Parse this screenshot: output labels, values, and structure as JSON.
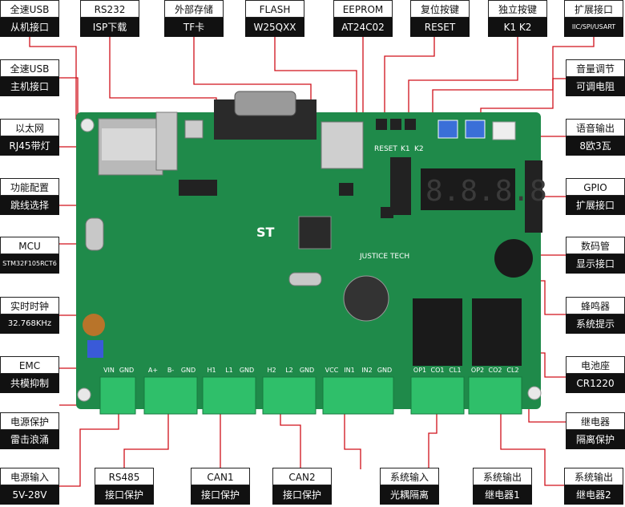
{
  "colors": {
    "pcb": "#1f8a4a",
    "pcb_dark": "#146b37",
    "terminal": "#2fbf6a",
    "line": "#d0101a",
    "label_fill": "#111111",
    "label_border": "#222222"
  },
  "board": {
    "silk_brand": "JUSTICE TECH",
    "chip_logo": "ST",
    "display_digits": "8.8.8.8",
    "silk_reset": "RESET",
    "silk_k1": "K1",
    "silk_k2": "K2"
  },
  "terminals": {
    "power": [
      "VIN",
      "GND"
    ],
    "rs485": [
      "A+",
      "B-",
      "GND"
    ],
    "can1": [
      "H1",
      "L1",
      "GND"
    ],
    "can2": [
      "H2",
      "L2",
      "GND"
    ],
    "input": [
      "VCC",
      "IN1",
      "IN2",
      "GND"
    ],
    "relay1": [
      "OP1",
      "CO1",
      "CL1"
    ],
    "relay2": [
      "OP2",
      "CO2",
      "CL2"
    ]
  },
  "labels": {
    "usb_slave": {
      "top": "全速USB",
      "bottom": "从机接口"
    },
    "rs232": {
      "top": "RS232",
      "bottom": "ISP下载"
    },
    "tf": {
      "top": "外部存储",
      "bottom": "TF卡"
    },
    "flash": {
      "top": "FLASH",
      "bottom": "W25QXX"
    },
    "eeprom": {
      "top": "EEPROM",
      "bottom": "AT24C02"
    },
    "reset": {
      "top": "复位按键",
      "bottom": "RESET"
    },
    "keys": {
      "top": "独立按键",
      "bottom": "K1 K2"
    },
    "ext": {
      "top": "扩展接口",
      "bottom": "IIC/SPI/USART"
    },
    "usb_host": {
      "top": "全速USB",
      "bottom": "主机接口"
    },
    "eth": {
      "top": "以太网",
      "bottom": "RJ45带灯"
    },
    "jumper": {
      "top": "功能配置",
      "bottom": "跳线选择"
    },
    "mcu": {
      "top": "MCU",
      "bottom": "STM32F105RCT6"
    },
    "rtc": {
      "top": "实时时钟",
      "bottom": "32.768KHz"
    },
    "emc": {
      "top": "EMC",
      "bottom": "共模抑制"
    },
    "surge": {
      "top": "电源保护",
      "bottom": "雷击浪涌"
    },
    "pwr_in": {
      "top": "电源输入",
      "bottom": "5V-28V"
    },
    "rs485": {
      "top": "RS485",
      "bottom": "接口保护"
    },
    "can1": {
      "top": "CAN1",
      "bottom": "接口保护"
    },
    "can2": {
      "top": "CAN2",
      "bottom": "接口保护"
    },
    "sys_in": {
      "top": "系统输入",
      "bottom": "光耦隔离"
    },
    "sys_out1": {
      "top": "系统输出",
      "bottom": "继电器1"
    },
    "sys_out2": {
      "top": "系统输出",
      "bottom": "继电器2"
    },
    "volume": {
      "top": "音量调节",
      "bottom": "可调电阻"
    },
    "audio": {
      "top": "语音输出",
      "bottom": "8欧3瓦"
    },
    "gpio": {
      "top": "GPIO",
      "bottom": "扩展接口"
    },
    "seg": {
      "top": "数码管",
      "bottom": "显示接口"
    },
    "buzzer": {
      "top": "蜂鸣器",
      "bottom": "系统提示"
    },
    "battery": {
      "top": "电池座",
      "bottom": "CR1220"
    },
    "relay": {
      "top": "继电器",
      "bottom": "隔离保护"
    }
  }
}
